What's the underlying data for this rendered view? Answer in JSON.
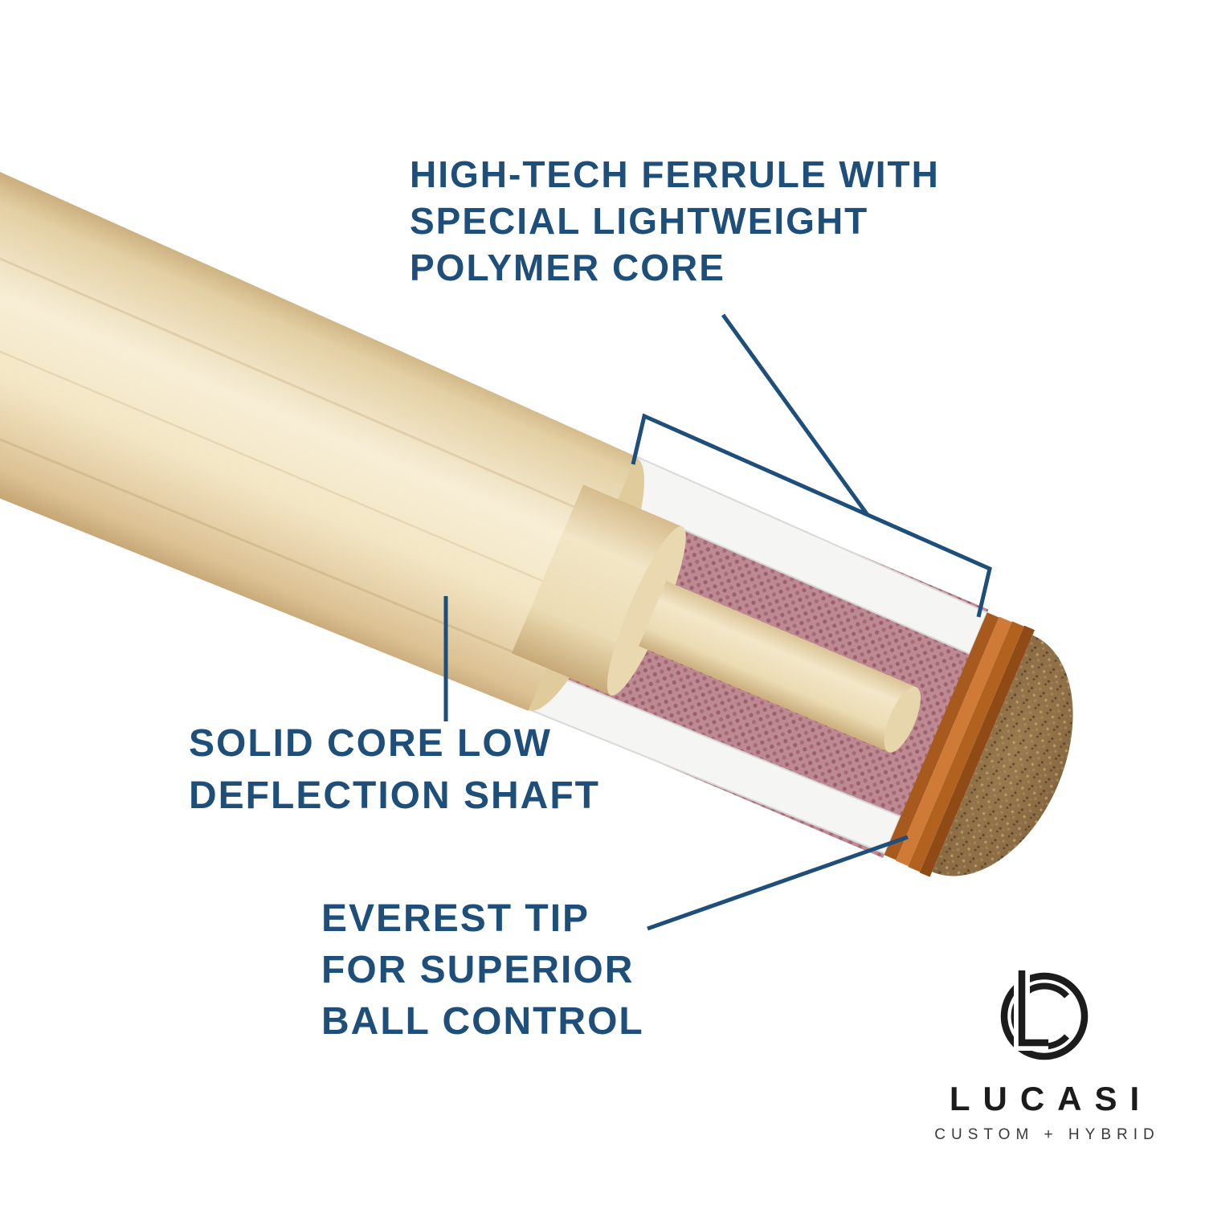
{
  "annotations": {
    "ferrule": {
      "lines": [
        "HIGH-TECH FERRULE WITH",
        "SPECIAL LIGHTWEIGHT",
        "POLYMER CORE"
      ]
    },
    "shaft": {
      "lines": [
        "SOLID CORE LOW",
        "DEFLECTION SHAFT"
      ]
    },
    "tip": {
      "lines": [
        "EVEREST TIP",
        "FOR SUPERIOR",
        "BALL CONTROL"
      ]
    }
  },
  "brand": {
    "name": "LUCASI",
    "tagline": "CUSTOM + HYBRID",
    "monogram": "LC"
  },
  "colors": {
    "label": "#1e4e7a",
    "leader": "#1e4e7a",
    "wood_light": "#f7eed6",
    "wood_mid": "#ecdcb4",
    "wood_dark": "#bb9a66",
    "ferrule_white": "#f5f5f4",
    "ferrule_shadow": "#d8d8d6",
    "core_pink": "#bd8a93",
    "core_pink_dark": "#9c5f6b",
    "collar_orange": "#c76f2e",
    "collar_orange_dark": "#8f4a16",
    "tip_brown": "#8a6b43",
    "tip_brown_dark": "#5d452a",
    "logo_black": "#1c1c1c"
  }
}
